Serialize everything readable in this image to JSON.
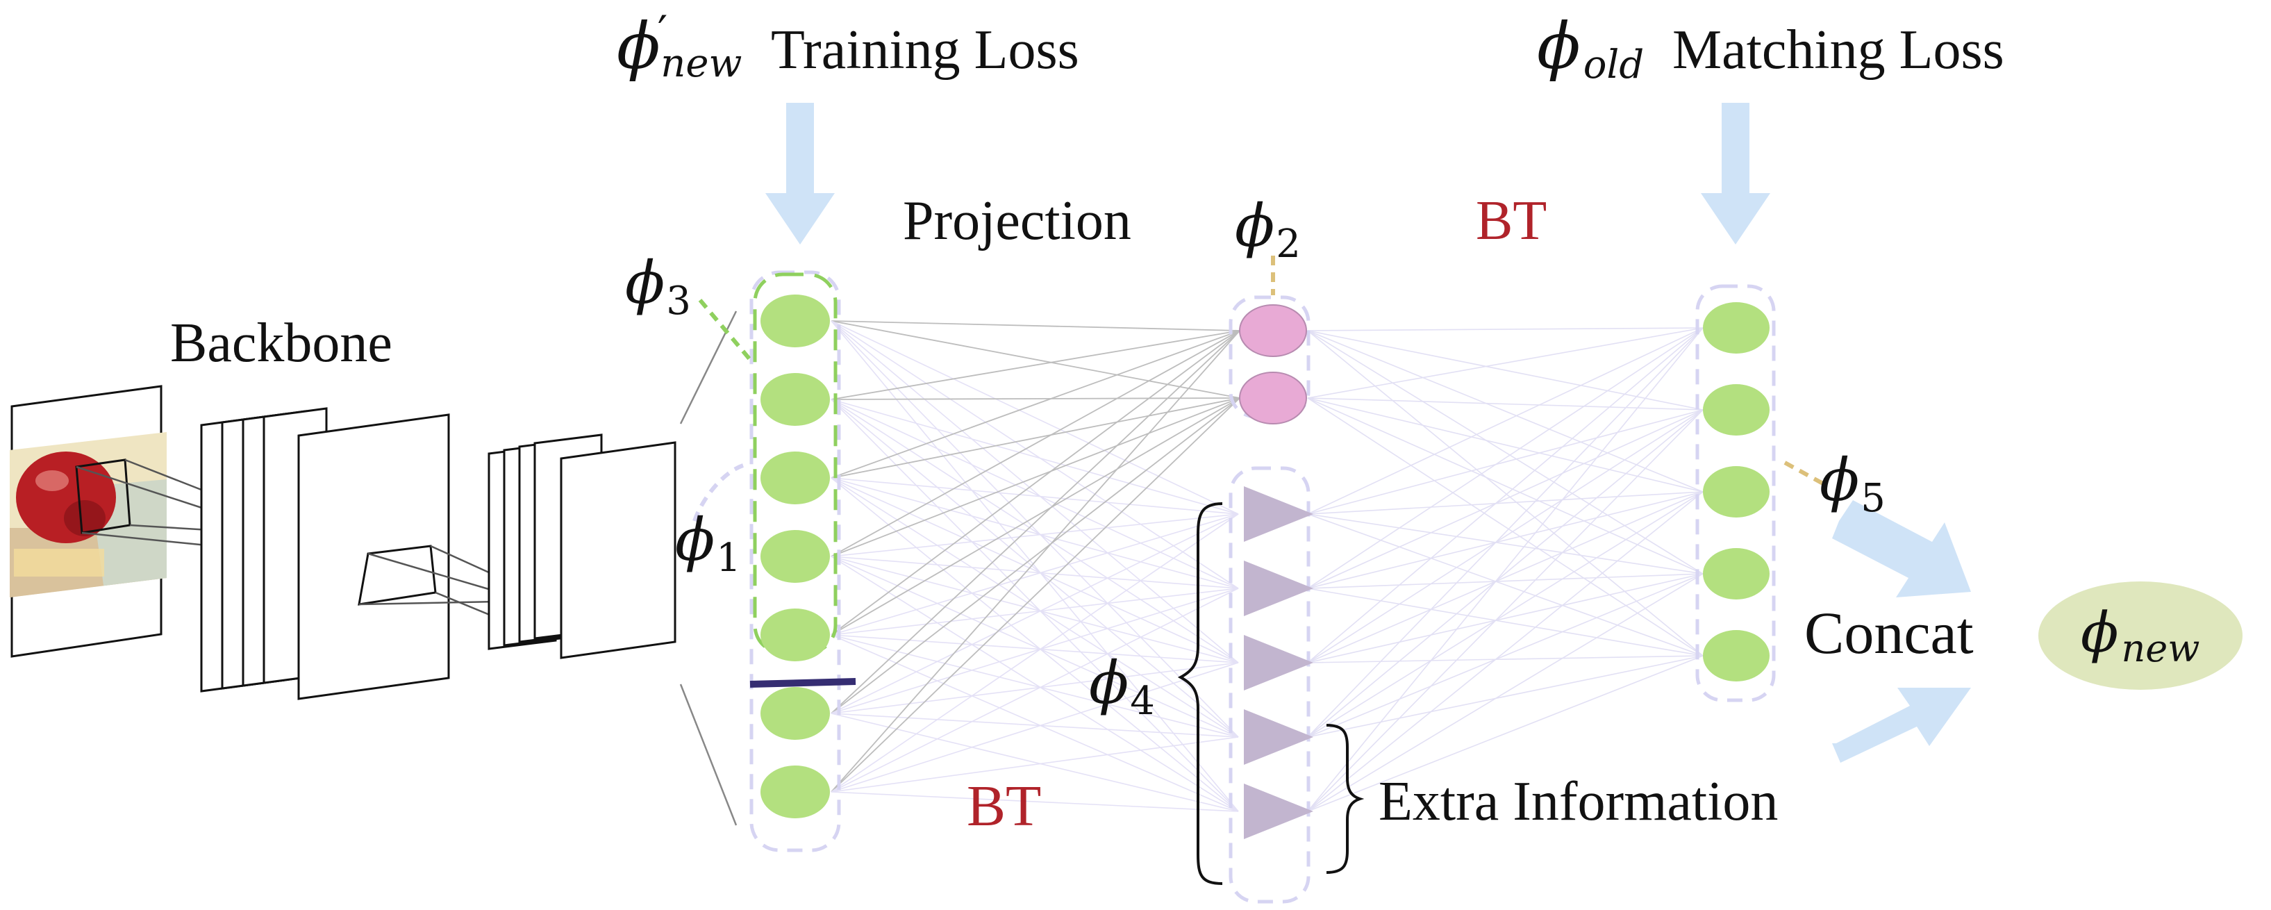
{
  "labels": {
    "training_loss": "Training Loss",
    "matching_loss": "Matching Loss",
    "projection": "Projection",
    "backbone": "Backbone",
    "bt_top": "BT",
    "bt_bottom": "BT",
    "extra_information": "Extra Information",
    "concat": "Concat"
  },
  "math": {
    "phi": "ϕ",
    "prime": "′",
    "new_sub": "new",
    "old_sub": "old",
    "s1": "1",
    "s2": "2",
    "s3": "3",
    "s4": "4",
    "s5": "5"
  },
  "layers": {
    "projection_nodes": 7,
    "phi2_nodes": 2,
    "phi4_triangles": 5,
    "output_nodes": 5
  },
  "colors": {
    "arrow": "#cfe3f7",
    "green_node": "#b3e07f",
    "pink_node": "#e8aad5",
    "triangle": "#c2b5cf",
    "dashed_lavender": "#d6d4f2",
    "dashed_green": "#8fd05e",
    "dashed_gold": "#dcc07a",
    "bt_red": "#b0232a",
    "divider": "#352d72",
    "output_ellipse": "#dfe7bd"
  }
}
